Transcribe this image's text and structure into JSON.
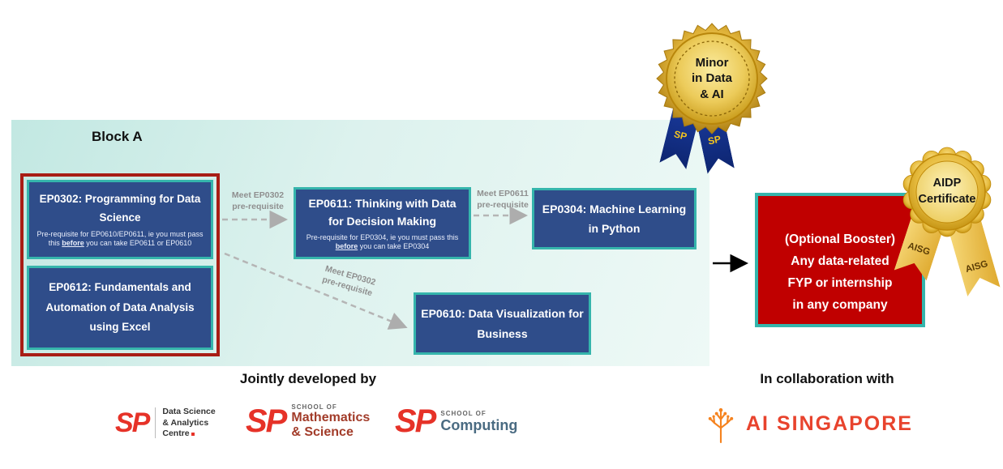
{
  "colors": {
    "panel_teal_start": "#c2e8e2",
    "panel_teal_end": "#eef9f6",
    "course_navy": "#2f4d8a",
    "course_border_teal": "#35b5ac",
    "core_group_red": "#a81d15",
    "booster_red": "#c00000",
    "arrow_gray": "#b5b5b5",
    "medal_gold": "#d9a92c",
    "ribbon_blue": "#16338f",
    "ribbon_gold": "#e3b23a",
    "sp_red": "#e63228",
    "aisg_red": "#e8432d",
    "aisg_orange": "#f5831f"
  },
  "block_a": {
    "label": "Block A"
  },
  "courses": {
    "ep0302": {
      "code": "EP0302:",
      "title": " Programming for Data Science",
      "note_pre": "Pre-requisite for EP0610/EP0611, ie you must pass this ",
      "note_u": "before",
      "note_post": " you can take EP0611 or EP0610"
    },
    "ep0612": {
      "code": "EP0612:",
      "title": " Fundamentals and Automation of Data Analysis using Excel"
    },
    "ep0611": {
      "code": "EP0611:",
      "title": " Thinking with Data for Decision Making",
      "note_pre": "Pre-requisite for EP0304, ie you must pass this ",
      "note_u": "before",
      "note_post": " you can take EP0304"
    },
    "ep0304": {
      "code": "EP0304:",
      "title": " Machine Learning in Python"
    },
    "ep0610": {
      "code": "EP0610:",
      "title": " Data Visualization for Business"
    }
  },
  "arrows": {
    "a1": {
      "line1": "Meet EP0302",
      "line2": "pre-requisite"
    },
    "a2": {
      "line1": "Meet EP0611",
      "line2": "pre-requisite"
    },
    "a3": {
      "line1": "Meet EP0302",
      "line2": "pre-requisite"
    }
  },
  "booster": {
    "lines": [
      "(Optional Booster)",
      "Any data-related",
      "FYP or internship",
      "in any company"
    ]
  },
  "medal": {
    "lines": [
      "Minor",
      "in Data",
      "& AI"
    ],
    "ribbon_left": "SP",
    "ribbon_right": "SP"
  },
  "aidp": {
    "lines": [
      "AIDP",
      "Certificate"
    ],
    "ribbon_left": "AISG",
    "ribbon_right": "AISG"
  },
  "footer": {
    "jointly": "Jointly developed by",
    "collab": "In collaboration with"
  },
  "logos": {
    "sp_dsac": {
      "mark": "SP",
      "lines": [
        "Data Science",
        "& Analytics",
        "Centre"
      ]
    },
    "sp_maths": {
      "mark": "SP",
      "school_of": "SCHOOL OF",
      "lines": [
        "Mathematics",
        "& Science"
      ]
    },
    "sp_computing": {
      "mark": "SP",
      "school_of": "SCHOOL OF",
      "lines": [
        "Computing"
      ]
    },
    "ai_singapore": {
      "label": "AI SINGAPORE"
    }
  }
}
